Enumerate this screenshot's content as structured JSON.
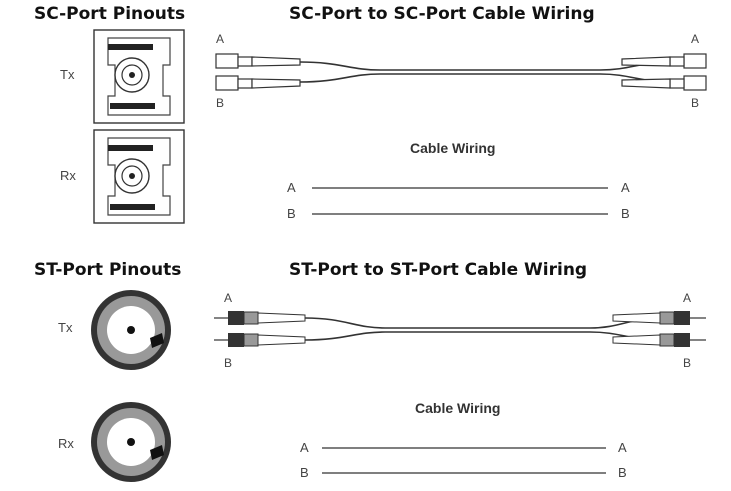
{
  "sc": {
    "pinouts_title": "SC-Port Pinouts",
    "cable_title": "SC-Port to SC-Port Cable Wiring",
    "port_tx": "Tx",
    "port_rx": "Rx",
    "end_a": "A",
    "end_b": "B",
    "wiring_title": "Cable Wiring",
    "wiring": [
      {
        "from": "A",
        "to": "A"
      },
      {
        "from": "B",
        "to": "B"
      }
    ]
  },
  "st": {
    "pinouts_title": "ST-Port Pinouts",
    "cable_title": "ST-Port to ST-Port Cable Wiring",
    "port_tx": "Tx",
    "port_rx": "Rx",
    "end_a": "A",
    "end_b": "B",
    "wiring_title": "Cable Wiring",
    "wiring": [
      {
        "from": "A",
        "to": "A"
      },
      {
        "from": "B",
        "to": "B"
      }
    ]
  }
}
